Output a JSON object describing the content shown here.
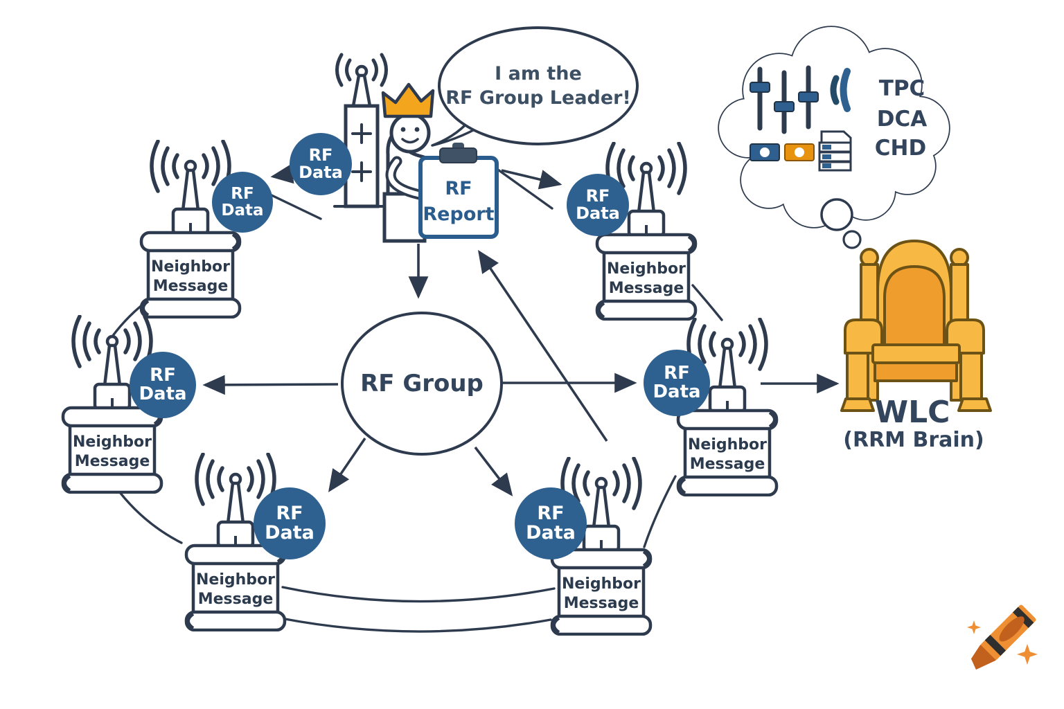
{
  "diagram": {
    "speech_bubble": {
      "line1": "I am the",
      "line2": "RF Group Leader!"
    },
    "leader": {
      "report_line1": "RF",
      "report_line2": "Report"
    },
    "rf_group_label": "RF Group",
    "rf_data_chip": {
      "line1": "RF",
      "line2": "Data"
    },
    "neighbor_scroll": {
      "line1": "Neighbor",
      "line2": "Message"
    },
    "thought_cloud": {
      "items": [
        "TPC",
        "DCA",
        "CHD"
      ]
    },
    "wlc": {
      "title": "WLC",
      "subtitle": "(RRM Brain)"
    }
  },
  "colors": {
    "ink": "#2e3b4e",
    "chip_blue": "#2e618f",
    "clipboard_blue": "#2b5c8e",
    "crown_orange": "#f2a51d",
    "throne_gold": "#f7b844",
    "throne_orange": "#ef9d2d",
    "throne_outline": "#6d5215",
    "toggle_orange": "#e8930f",
    "crayon_orange": "#ef8f33"
  }
}
